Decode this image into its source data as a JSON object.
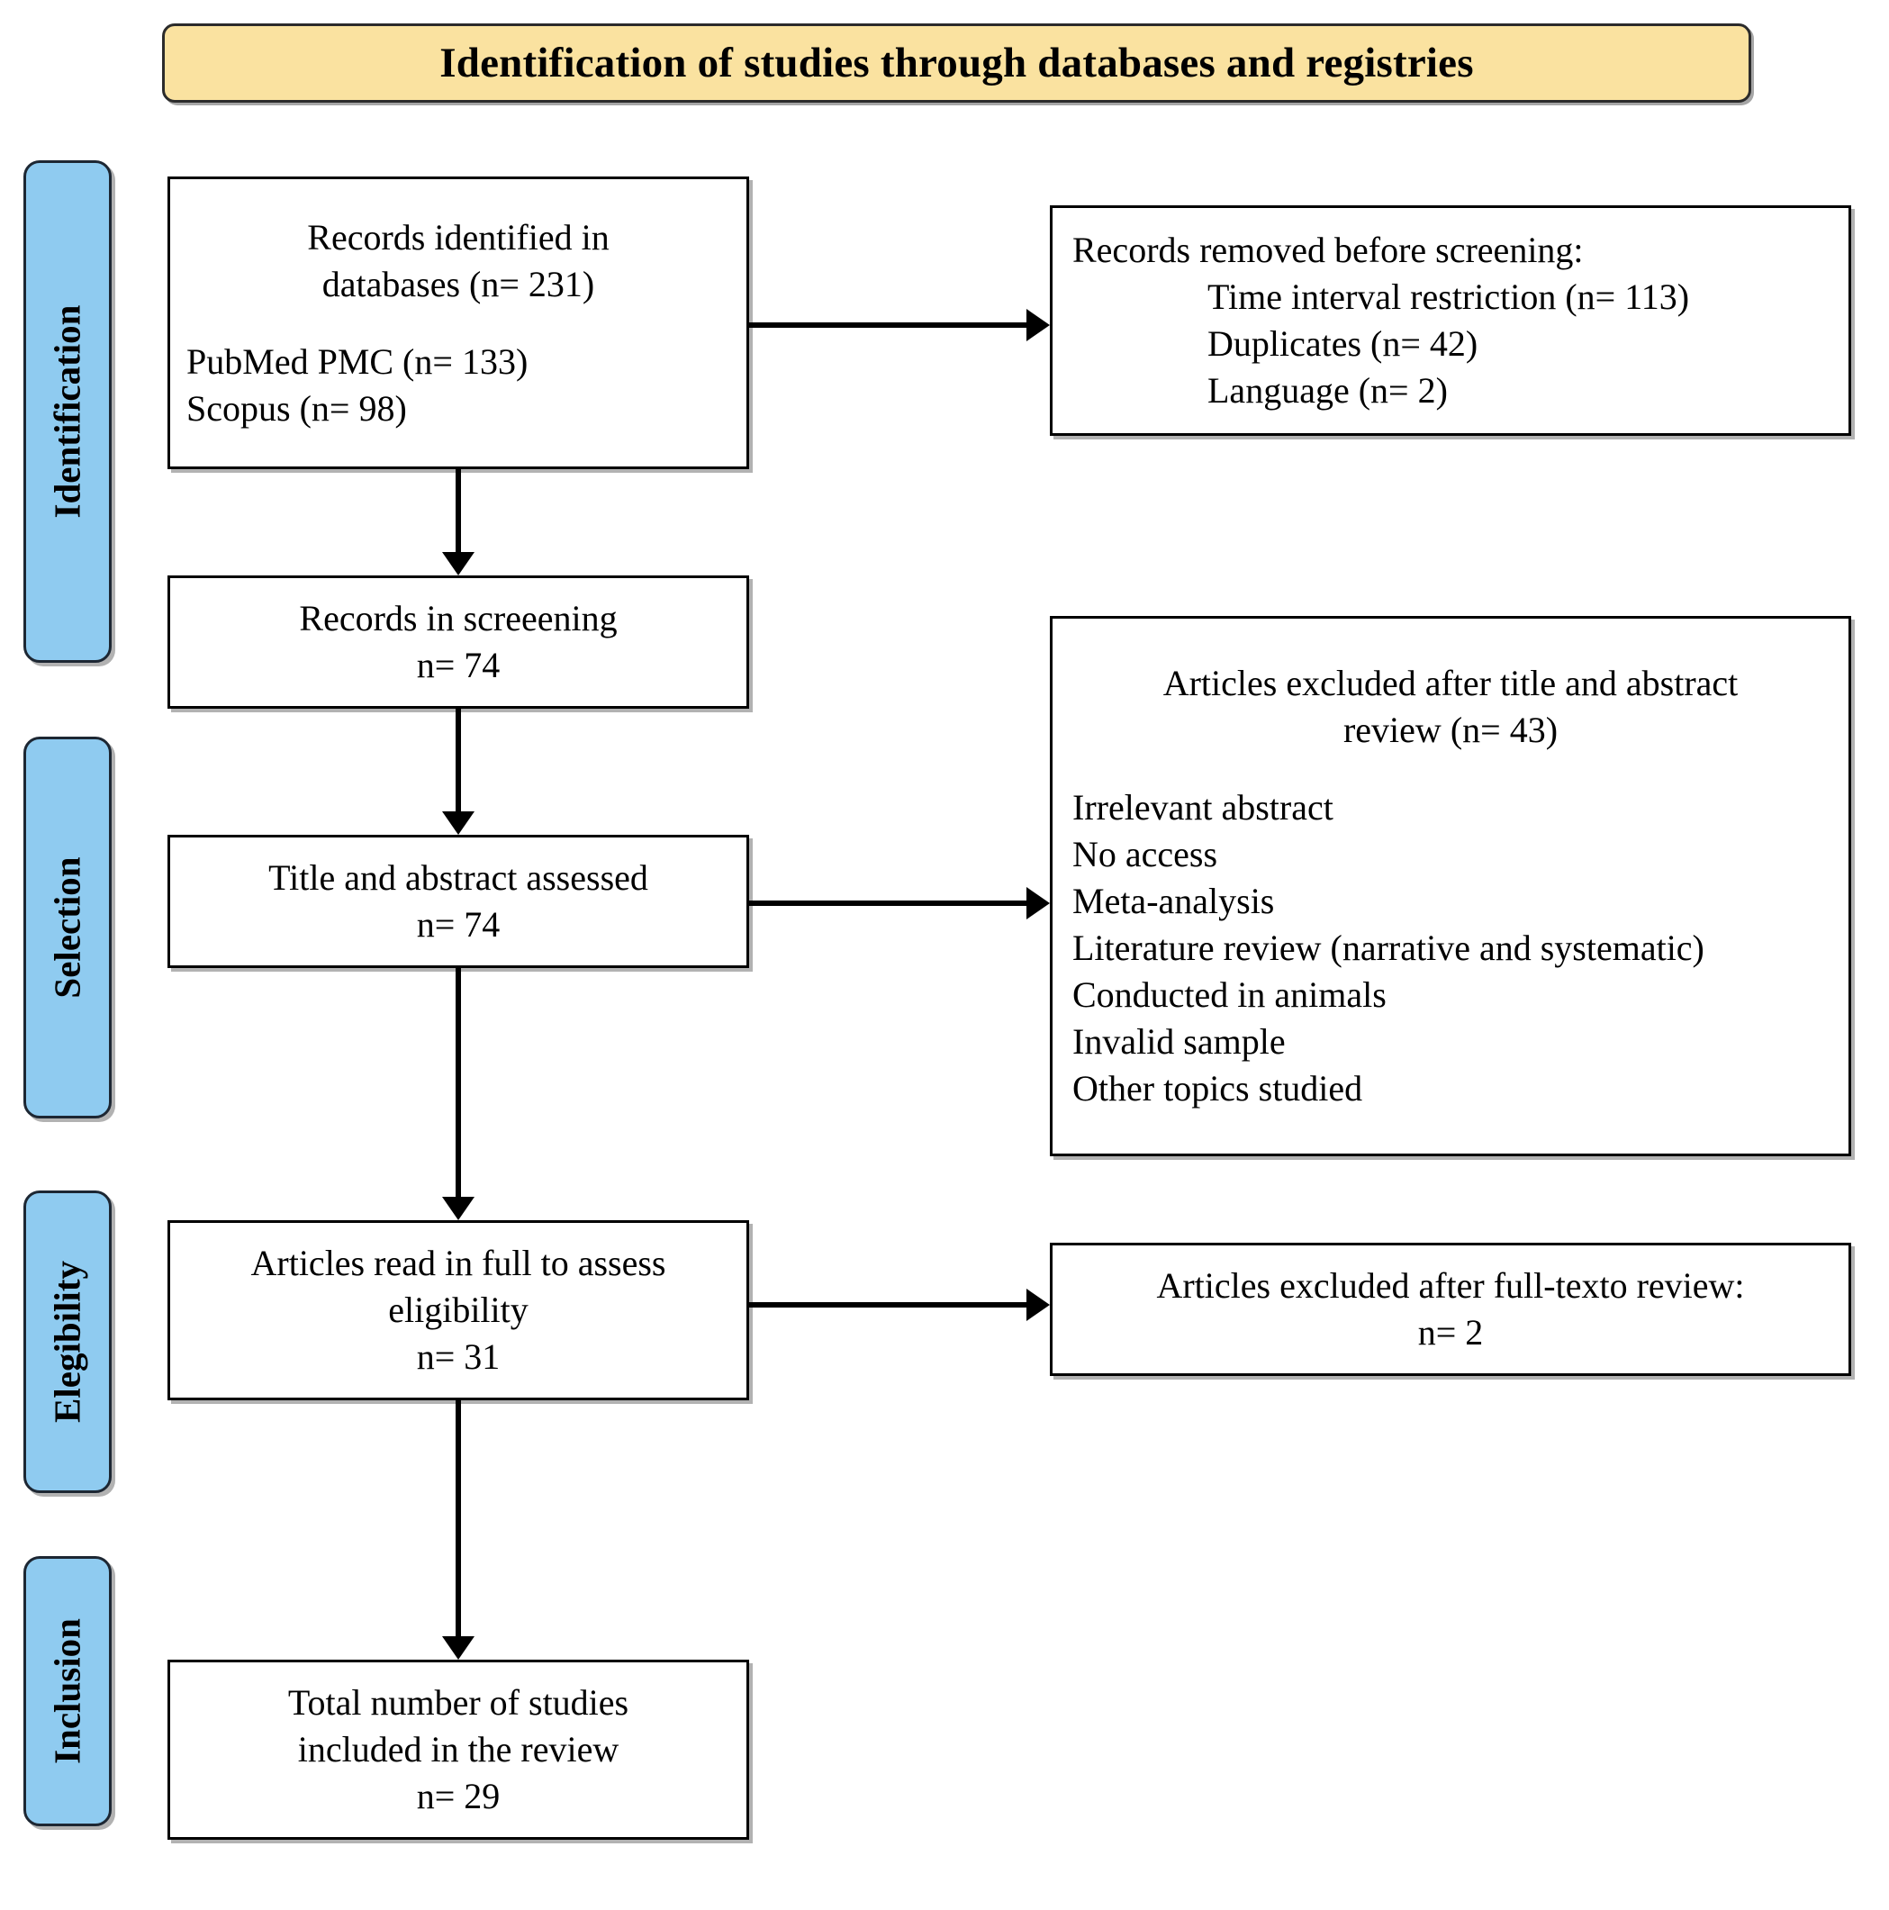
{
  "diagram": {
    "title": "Identification of studies through databases and registries",
    "colors": {
      "title_banner_fill": "#fae2a0",
      "phase_bar_fill": "#8fcbf0",
      "box_fill": "#ffffff",
      "line": "#000000"
    },
    "phases": [
      {
        "label": "Identification"
      },
      {
        "label": "Selection"
      },
      {
        "label": "Elegibility"
      },
      {
        "label": "Inclusion"
      }
    ],
    "boxes": {
      "identified": {
        "lines": [
          "Records identified in",
          "databases (n= 231)",
          "",
          "PubMed PMC (n= 133)",
          "Scopus (n= 98)"
        ]
      },
      "removed_before_screening": {
        "lines": [
          "Records removed before screening:",
          "Time interval restriction (n= 113)",
          "Duplicates (n= 42)",
          "Language (n= 2)"
        ]
      },
      "records_in_screening": {
        "lines": [
          "Records in screeening",
          "n= 74"
        ]
      },
      "title_abstract_assessed": {
        "lines": [
          "Title and abstract assessed",
          "n= 74"
        ]
      },
      "excluded_title_abstract": {
        "lines": [
          "Articles excluded after title and abstract",
          "review (n= 43)",
          "",
          "Irrelevant abstract",
          "No access",
          "Meta-analysis",
          "Literature review (narrative and systematic)",
          "Conducted in animals",
          "Invalid sample",
          "Other topics studied"
        ]
      },
      "full_text_assessed": {
        "lines": [
          "Articles read in full to assess",
          "eligibility",
          "n= 31"
        ]
      },
      "excluded_full_text": {
        "lines": [
          "Articles excluded after full-texto review:",
          "n= 2"
        ]
      },
      "included_total": {
        "lines": [
          "Total number of studies",
          "included in the review",
          "n= 29"
        ]
      }
    }
  }
}
